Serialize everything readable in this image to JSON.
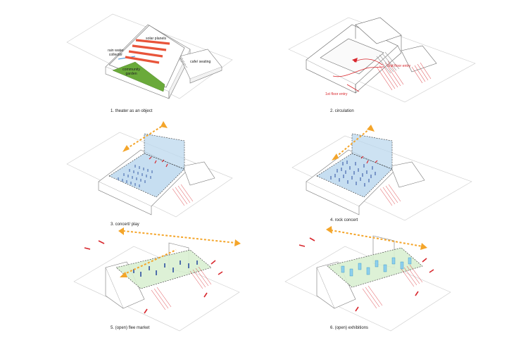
{
  "colors": {
    "line": "#6e6e6e",
    "red": "#d8262c",
    "solar": "#e8543a",
    "garden": "#6aaa3a",
    "water": "#3b8fd9",
    "blue_fill": "#bcd8ee",
    "green_fill": "#d9efd2",
    "orange": "#f4a52a",
    "figure_blue": "#2c4fa0"
  },
  "panels": [
    {
      "caption": "1. theater as an object",
      "labels": {
        "solar": "solar planels",
        "rain": "rain water\ncollector",
        "garden": "community\ngarden",
        "cafe": "cafe/ seating"
      }
    },
    {
      "caption": "2. circulation",
      "labels": {
        "second": "2nd floor entry",
        "first": "1st floor entry"
      }
    },
    {
      "caption": "3. concert/ play"
    },
    {
      "caption": "4. rock concert"
    },
    {
      "caption": "5. (open) flee market"
    },
    {
      "caption": "6. (open) exhibitions"
    }
  ]
}
